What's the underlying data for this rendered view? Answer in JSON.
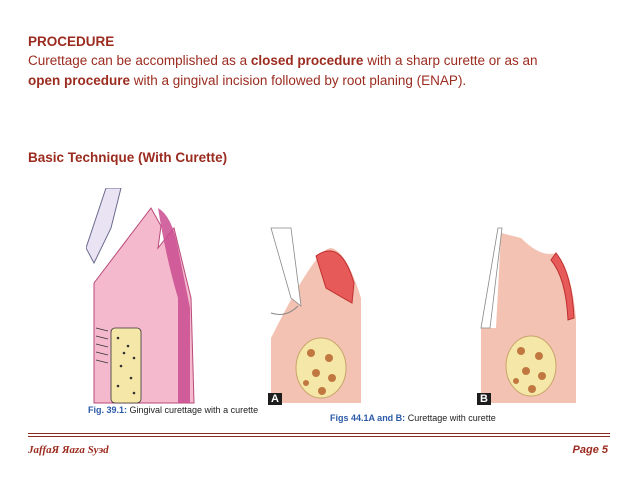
{
  "heading": "PROCEDURE",
  "paragraph": {
    "part1": "Curettage can be accomplished as a ",
    "bold1": "closed procedure",
    "part2": " with a sharp curette or as an",
    "bold2": "open procedure",
    "part3": " with a gingival incision followed by root planing (ENAP)."
  },
  "subheading": "Basic Technique (With Curette)",
  "figure": {
    "caption1_ref": "Fig. 39.1:",
    "caption1_text": " Gingival curettage with a curette",
    "caption2_ref": "Figs 44.1A and B:",
    "caption2_text": " Curettage with curette",
    "label_a": "A",
    "label_b": "B"
  },
  "footer": {
    "author": "JaffaЯ Яaza Syэd",
    "page": "Page 5"
  },
  "colors": {
    "text": "#9b2b1f",
    "gingiva": "#f3c2b2",
    "tooth": "#f4b9cc",
    "bone": "#f4e7a8"
  }
}
